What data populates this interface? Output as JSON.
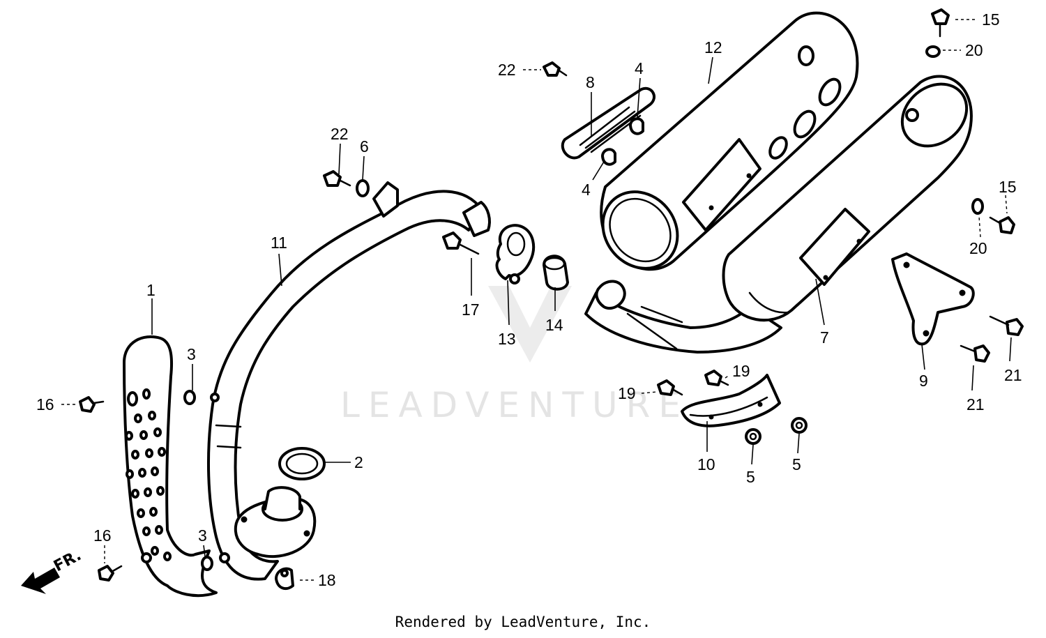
{
  "watermark": "LEADVENTURE",
  "front_label": "FR.",
  "footer": "Rendered by LeadVenture, Inc.",
  "callouts": [
    "1",
    "2",
    "3",
    "3",
    "4",
    "4",
    "5",
    "5",
    "6",
    "7",
    "8",
    "9",
    "10",
    "11",
    "12",
    "13",
    "14",
    "15",
    "15",
    "16",
    "16",
    "17",
    "18",
    "19",
    "19",
    "20",
    "20",
    "21",
    "21",
    "22",
    "22"
  ]
}
